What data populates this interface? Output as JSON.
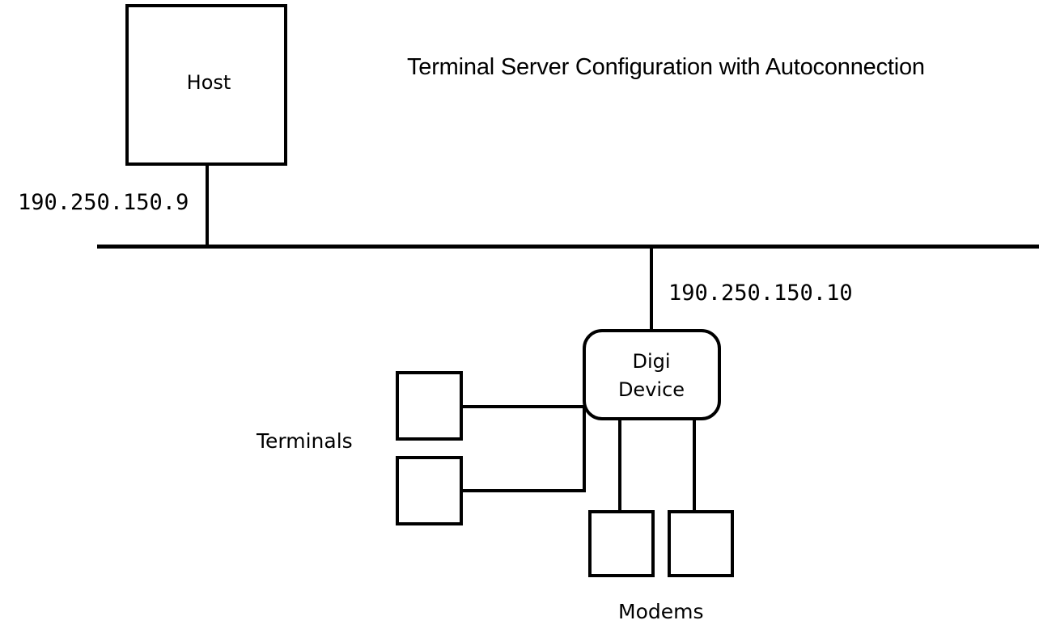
{
  "diagram": {
    "title": "Terminal Server Configuration with Autoconnection",
    "background_color": "#ffffff",
    "line_color": "#000000",
    "nodes": {
      "host": {
        "label": "Host",
        "shape": "rectangle"
      },
      "digi_device": {
        "label_line1": "Digi",
        "label_line2": "Device",
        "shape": "rounded-rectangle"
      },
      "terminal_1": {
        "label": "",
        "shape": "rectangle"
      },
      "terminal_2": {
        "label": "",
        "shape": "rectangle"
      },
      "modem_1": {
        "label": "",
        "shape": "rectangle"
      },
      "modem_2": {
        "label": "",
        "shape": "rectangle"
      }
    },
    "group_labels": {
      "terminals": "Terminals",
      "modems": "Modems"
    },
    "network_labels": {
      "host_ip": "190.250.150.9",
      "digi_ip": "190.250.150.10"
    }
  }
}
